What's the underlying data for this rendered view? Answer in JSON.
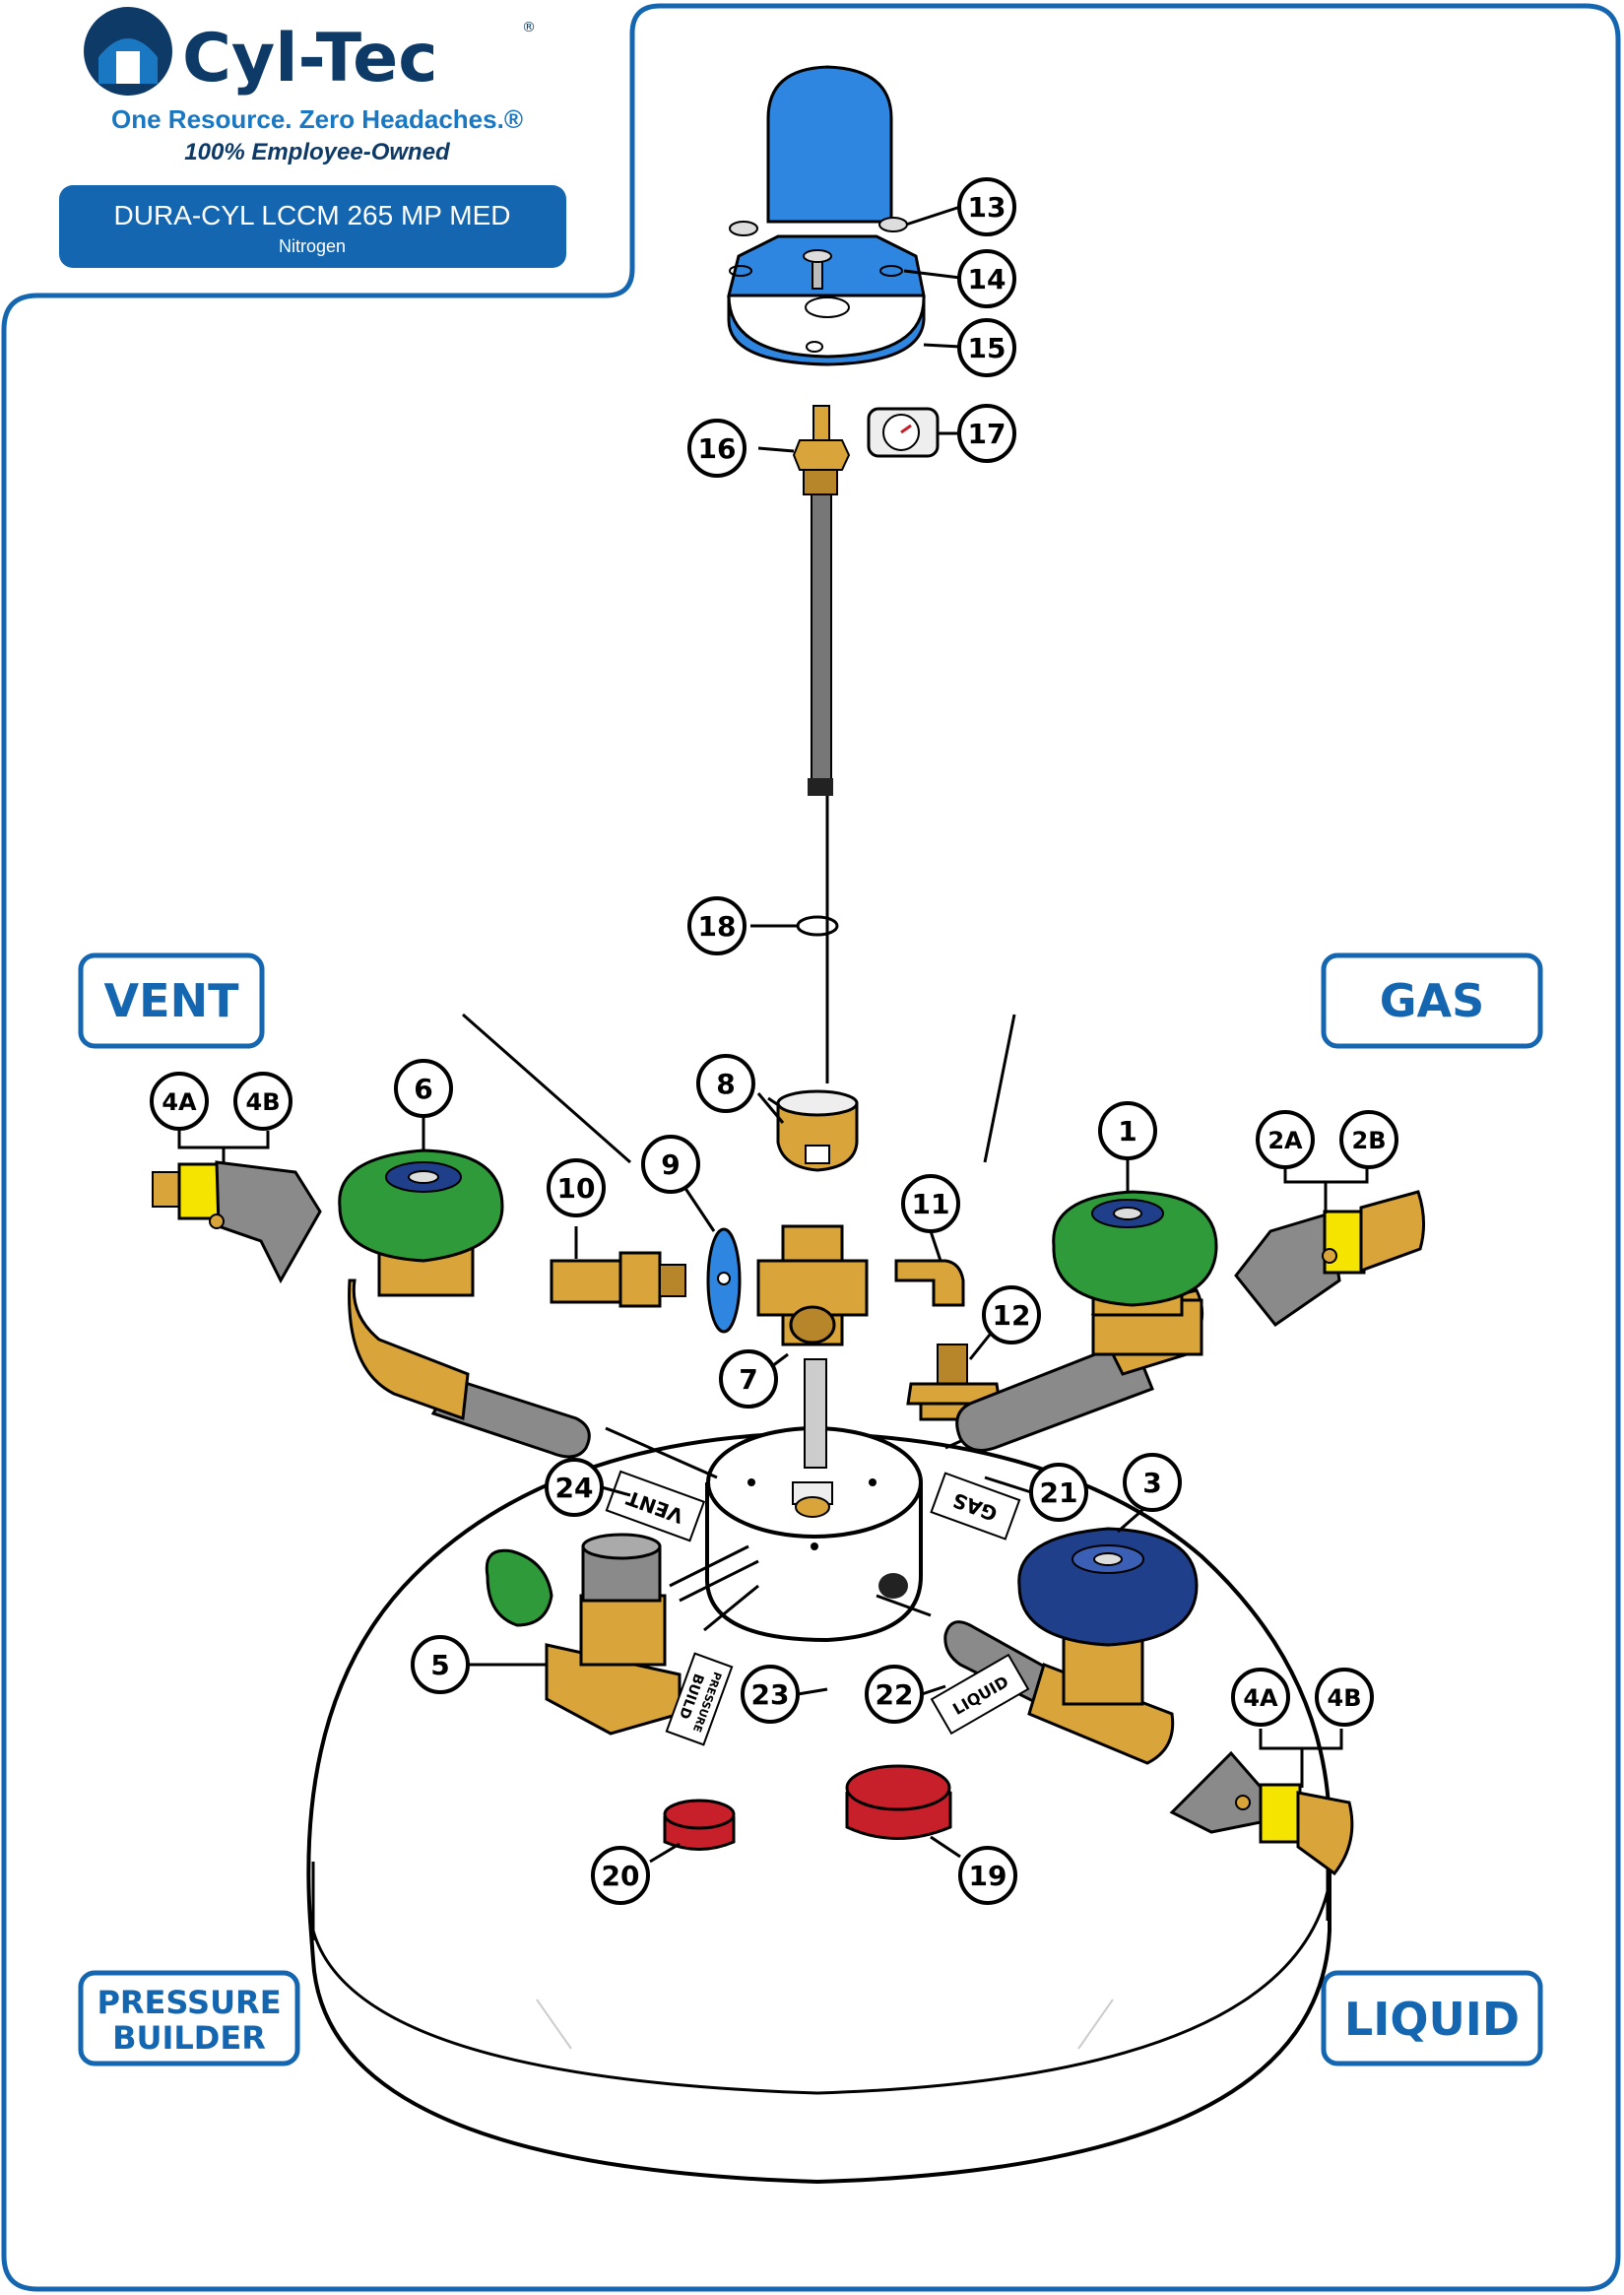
{
  "brand": {
    "name": "Cyl-Tec",
    "registered": "®",
    "tagline": "One Resource. Zero Headaches.®",
    "ownership": "100% Employee-Owned"
  },
  "model": {
    "title": "DURA-CYL LCCM 265 MP MED",
    "gas": "Nitrogen"
  },
  "zones": {
    "vent": "VENT",
    "gas": "GAS",
    "pressure_builder_line1": "PRESSURE",
    "pressure_builder_line2": "BUILDER",
    "liquid": "LIQUID"
  },
  "port_tags": {
    "vent": "VENT",
    "gas": "GAS",
    "liquid": "LIQUID",
    "pressure_builder_line1": "PRESSURE",
    "pressure_builder_line2": "BUILD"
  },
  "callouts": {
    "c1": "1",
    "c2a": "2A",
    "c2b": "2B",
    "c3": "3",
    "c4a_left": "4A",
    "c4b_left": "4B",
    "c4a_right": "4A",
    "c4b_right": "4B",
    "c5": "5",
    "c6": "6",
    "c7": "7",
    "c8": "8",
    "c9": "9",
    "c10": "10",
    "c11": "11",
    "c12": "12",
    "c13": "13",
    "c14": "14",
    "c15": "15",
    "c16": "16",
    "c17": "17",
    "c18": "18",
    "c19": "19",
    "c20": "20",
    "c21": "21",
    "c22": "22",
    "c23": "23",
    "c24": "24"
  },
  "colors": {
    "brand_navy": "#0d3a66",
    "brand_blue": "#1466b0",
    "guard_blue": "#2f86e0",
    "brass": "#d9a53a",
    "valve_green": "#2e9a3a",
    "valve_navy": "#1f3f8a",
    "cap_red": "#c8202a",
    "pipe_grey": "#8a8a8a",
    "adapter_yellow": "#f5e400"
  }
}
